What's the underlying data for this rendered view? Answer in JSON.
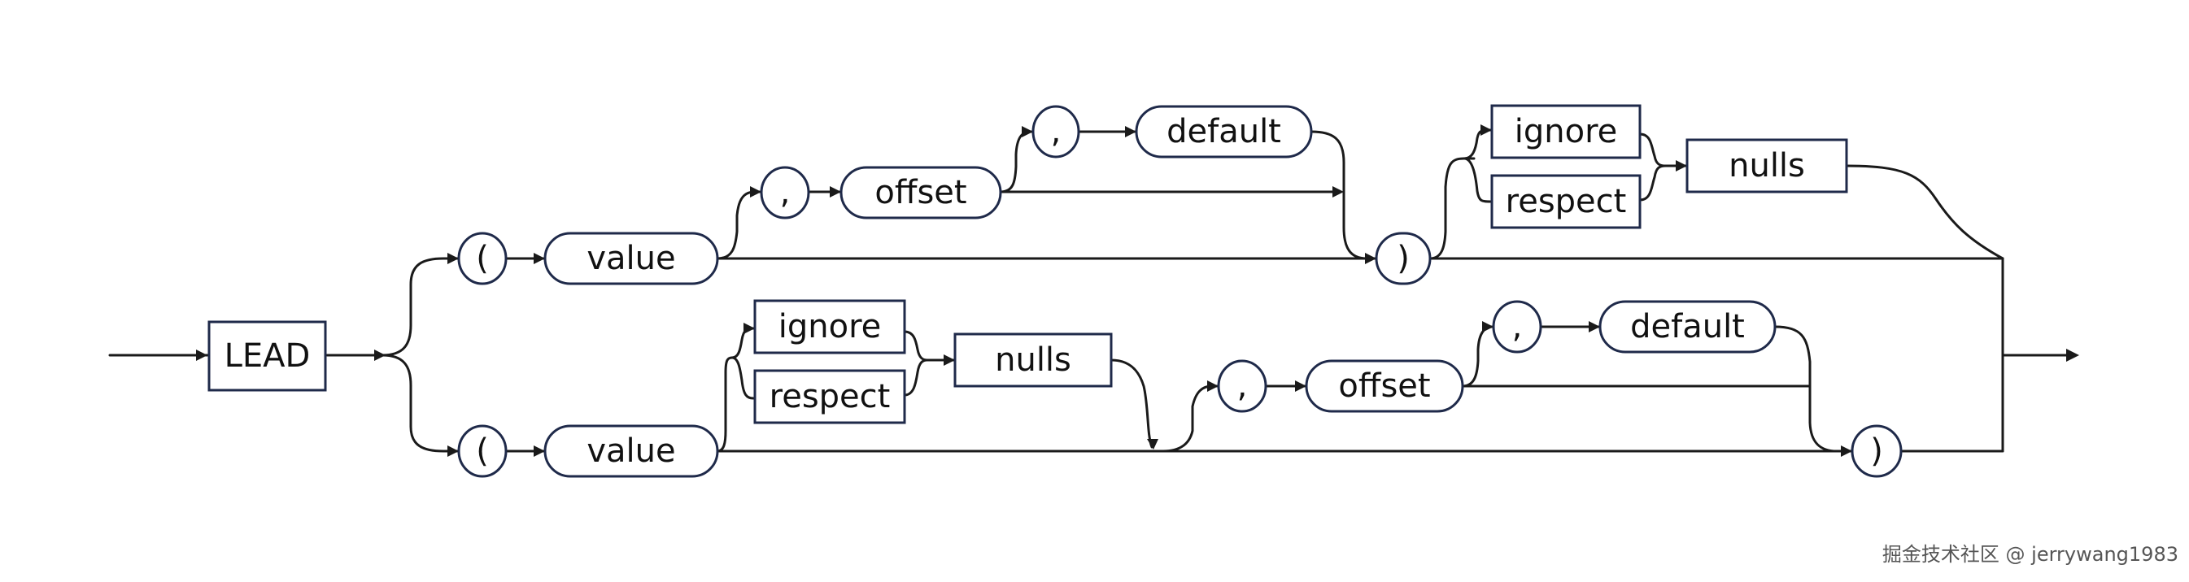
{
  "diagram": {
    "keyword": "LEAD",
    "upper_branch": {
      "open_paren": "(",
      "value": "value",
      "comma_1": ",",
      "offset": "offset",
      "comma_2": ",",
      "default": "default",
      "close_paren": ")",
      "ignore": "ignore",
      "respect": "respect",
      "nulls": "nulls"
    },
    "lower_branch": {
      "open_paren": "(",
      "value": "value",
      "ignore": "ignore",
      "respect": "respect",
      "nulls": "nulls",
      "comma_1": ",",
      "offset": "offset",
      "comma_2": ",",
      "default": "default",
      "close_paren": ")"
    }
  },
  "watermark": "掘金技术社区 @ jerrywang1983"
}
